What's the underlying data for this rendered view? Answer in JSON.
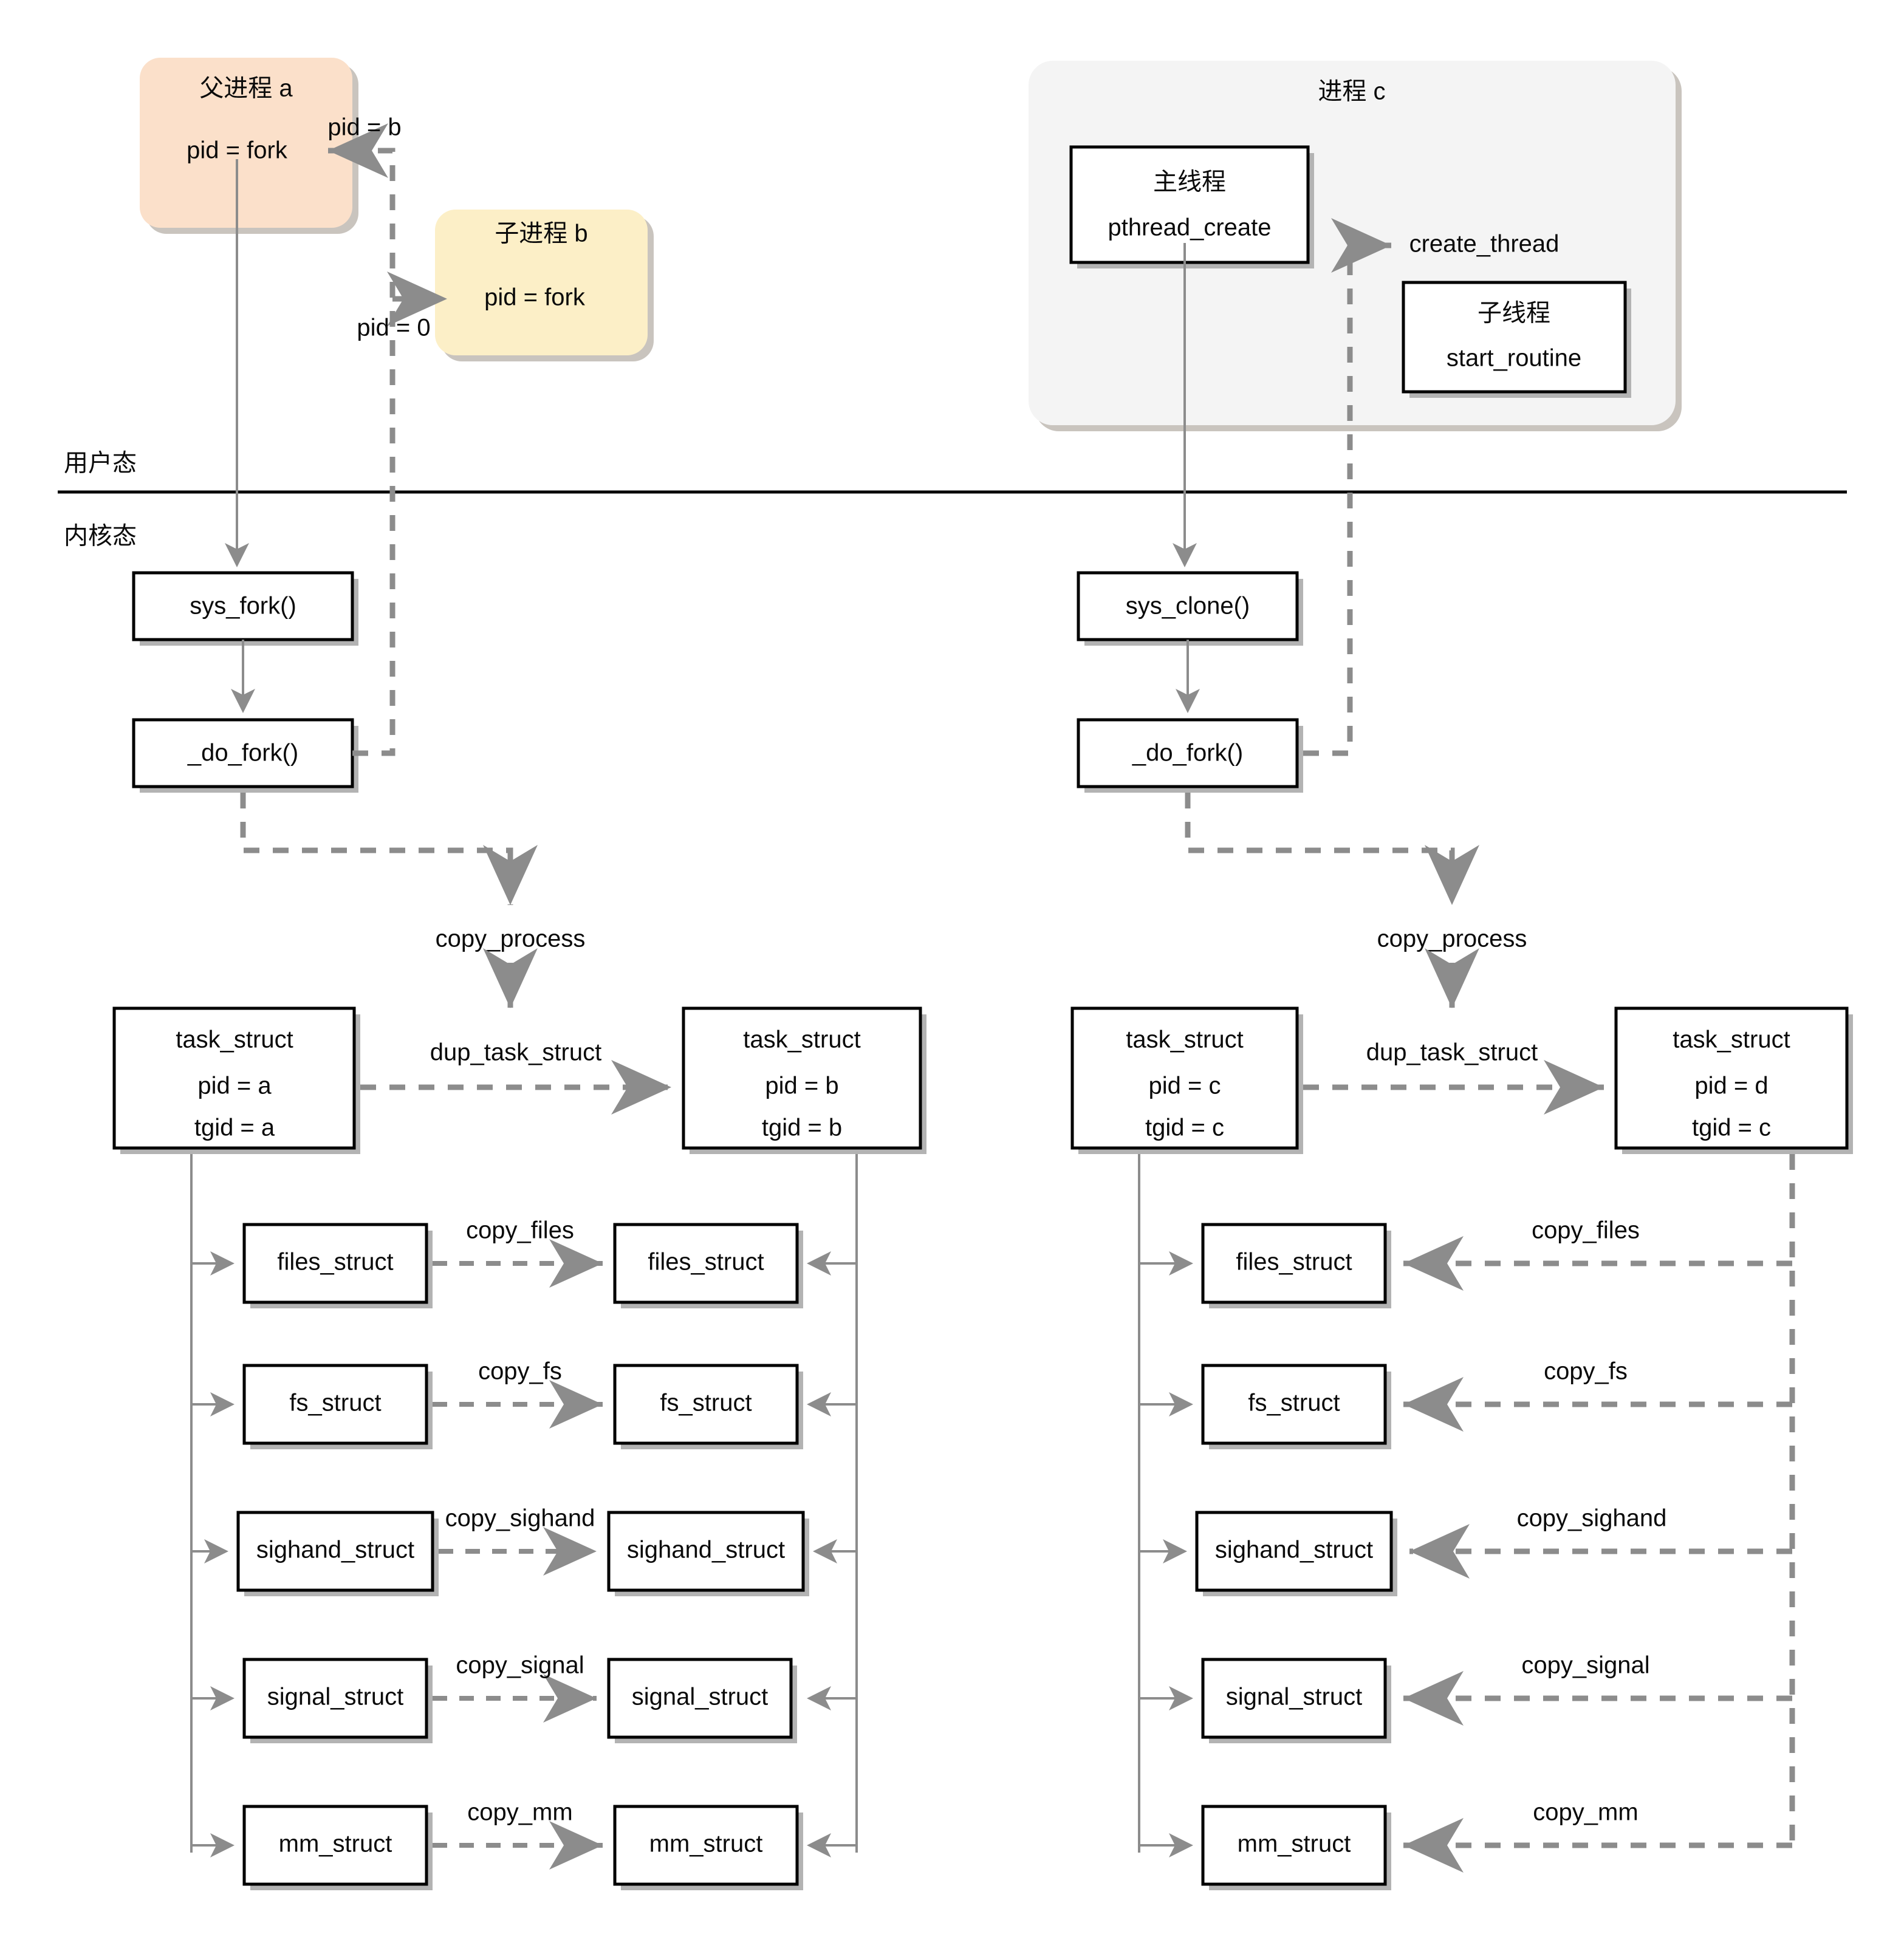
{
  "diagram": {
    "title": "Linux fork vs pthread_create kernel flow",
    "mode_labels": {
      "user": "用户态",
      "kernel": "内核态"
    },
    "colors": {
      "parent_process_fill": "#fbe0ca",
      "child_process_fill": "#fcefc7",
      "process_group_fill": "#f4f4f4",
      "node_fill": "#ffffff",
      "node_stroke": "#000000",
      "edge_gray": "#8c8c8c",
      "shadow_gray": "#b3b3b3"
    },
    "left_flow": {
      "parent_process": {
        "title": "父进程 a",
        "body": "pid = fork"
      },
      "child_process": {
        "title": "子进程 b",
        "body": "pid = fork"
      },
      "return_label_parent": "pid = b",
      "return_label_child": "pid = 0",
      "syscall": "sys_fork()",
      "do_fork": "_do_fork()",
      "copy_process": "copy_process",
      "dup_task_struct": "dup_task_struct",
      "task_a": {
        "title": "task_struct",
        "pid": "pid = a",
        "tgid": "tgid = a"
      },
      "task_b": {
        "title": "task_struct",
        "pid": "pid = b",
        "tgid": "tgid = b"
      },
      "resources": [
        {
          "name": "files_struct",
          "copy": "copy_files"
        },
        {
          "name": "fs_struct",
          "copy": "copy_fs"
        },
        {
          "name": "sighand_struct",
          "copy": "copy_sighand"
        },
        {
          "name": "signal_struct",
          "copy": "copy_signal"
        },
        {
          "name": "mm_struct",
          "copy": "copy_mm"
        }
      ]
    },
    "right_flow": {
      "process_group": {
        "title": "进程 c"
      },
      "main_thread": {
        "title": "主线程",
        "body": "pthread_create"
      },
      "child_thread": {
        "title": "子线程",
        "body": "start_routine"
      },
      "create_thread_label": "create_thread",
      "syscall": "sys_clone()",
      "do_fork": "_do_fork()",
      "copy_process": "copy_process",
      "dup_task_struct": "dup_task_struct",
      "task_c": {
        "title": "task_struct",
        "pid": "pid = c",
        "tgid": "tgid = c"
      },
      "task_d": {
        "title": "task_struct",
        "pid": "pid = d",
        "tgid": "tgid = c"
      },
      "resources": [
        {
          "name": "files_struct",
          "copy": "copy_files"
        },
        {
          "name": "fs_struct",
          "copy": "copy_fs"
        },
        {
          "name": "sighand_struct",
          "copy": "copy_sighand"
        },
        {
          "name": "signal_struct",
          "copy": "copy_signal"
        },
        {
          "name": "mm_struct",
          "copy": "copy_mm"
        }
      ]
    }
  }
}
